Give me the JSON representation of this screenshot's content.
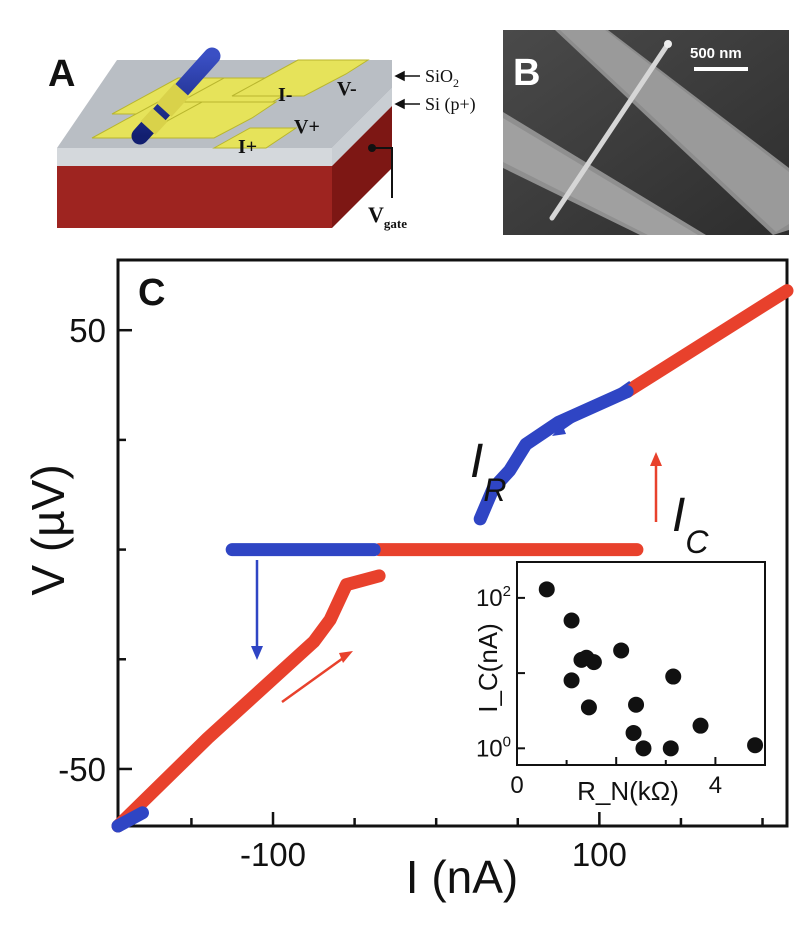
{
  "figure": {
    "panel_a": {
      "letter": "A",
      "labels": {
        "sio2_main": "SiO",
        "sio2_sub": "2",
        "si": "Si (p+)",
        "vgate_main": "V",
        "vgate_sub": "gate",
        "i_minus": "I-",
        "v_minus": "V-",
        "i_plus": "I+",
        "v_plus": "V+"
      },
      "colors": {
        "substrate": "#9e2420",
        "oxide": "#b9bec4",
        "electrode": "#e6e35a",
        "nanowire": "#1b2c8f"
      }
    },
    "panel_b": {
      "letter": "B",
      "scale_bar_label": "500 nm"
    },
    "panel_c": {
      "letter": "C",
      "curve_labels": {
        "ir_main": "I",
        "ir_sub": "R",
        "ic_main": "I",
        "ic_sub": "C"
      },
      "colors": {
        "sweep_up": "#e8412c",
        "sweep_down": "#2f45c4",
        "axis": "#111111"
      }
    }
  },
  "chart_data": [
    {
      "type": "line",
      "title": "",
      "xlabel": "I (nA)",
      "ylabel": "V (µV)",
      "xlim": [
        -195,
        215
      ],
      "ylim": [
        -63,
        66
      ],
      "xticks": [
        -100,
        100
      ],
      "yticks": [
        -50,
        50
      ],
      "grid": false,
      "series": [
        {
          "color": "#e8412c",
          "x": [
            -195,
            -140,
            -75,
            -65,
            -55,
            -35
          ],
          "y": [
            -63,
            -43,
            -21,
            -16,
            -8,
            -6
          ]
        },
        {
          "color": "#e8412c",
          "x": [
            -35,
            0,
            60,
            123
          ],
          "y": [
            0,
            0,
            0,
            0
          ]
        },
        {
          "color": "#e8412c",
          "x": [
            117,
            215
          ],
          "y": [
            36,
            59
          ]
        },
        {
          "color": "#2f45c4",
          "x": [
            117,
            75,
            55,
            45,
            35,
            27
          ],
          "y": [
            36,
            29,
            24,
            18,
            14,
            7
          ]
        },
        {
          "color": "#2f45c4",
          "x": [
            -38,
            -80,
            -125
          ],
          "y": [
            0,
            0,
            0
          ]
        },
        {
          "color": "#2f45c4",
          "x": [
            -195,
            -180
          ],
          "y": [
            -63,
            -60
          ]
        }
      ],
      "annotations": [
        "I_R",
        "I_C"
      ]
    },
    {
      "type": "scatter",
      "title": "",
      "xlabel": "R_N(kΩ)",
      "ylabel": "I_C(nA)",
      "xlim": [
        0,
        5
      ],
      "xticks": [
        0,
        4
      ],
      "y_scale": "log",
      "ylim": [
        0.6,
        300
      ],
      "ytick_labels": [
        "10^0",
        "10^2"
      ],
      "grid": false,
      "series": [
        {
          "color": "#111111",
          "points": [
            [
              0.6,
              130
            ],
            [
              1.1,
              50
            ],
            [
              1.3,
              15
            ],
            [
              1.1,
              8
            ],
            [
              1.4,
              16
            ],
            [
              1.55,
              14
            ],
            [
              1.45,
              3.5
            ],
            [
              2.1,
              20
            ],
            [
              2.4,
              3.8
            ],
            [
              2.35,
              1.6
            ],
            [
              2.55,
              1.0
            ],
            [
              3.15,
              9
            ],
            [
              3.1,
              1.0
            ],
            [
              3.7,
              2.0
            ],
            [
              4.8,
              1.1
            ]
          ]
        }
      ]
    }
  ]
}
